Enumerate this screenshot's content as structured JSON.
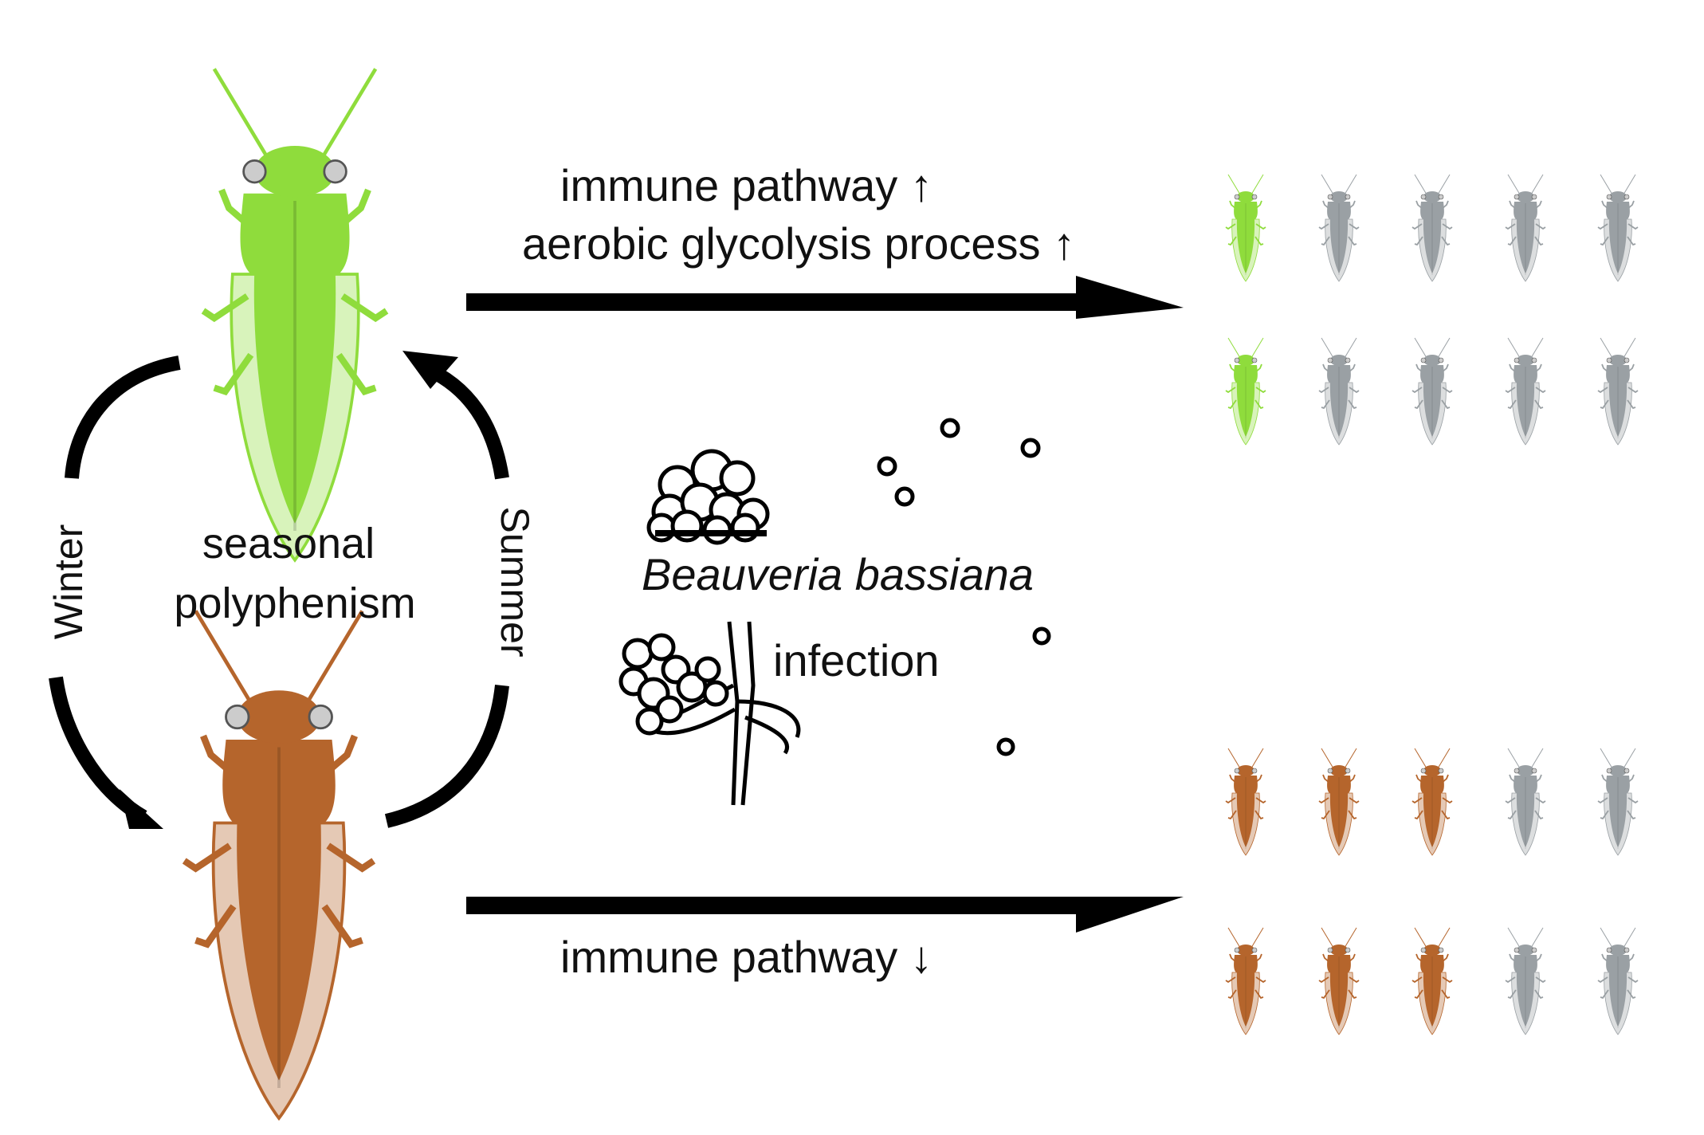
{
  "labels": {
    "top_pathway": "immune pathway ↑",
    "top_glycolysis": "aerobic glycolysis process ↑",
    "bottom_pathway": "immune pathway ↓",
    "center_line1": "seasonal",
    "center_line2": "polyphenism",
    "left_season": "Winter",
    "right_season": "Summer",
    "fungus_name": "Beauveria bassiana",
    "fungus_action": "infection"
  },
  "morphs": {
    "summer": {
      "body_color": "#8fdc3c",
      "edge_color": "#d9b27a"
    },
    "winter": {
      "body_color": "#b5652c",
      "edge_color": "#d9a15a"
    },
    "dead_color": "#9aa0a4"
  },
  "survival": {
    "summer_group": {
      "alive": 2,
      "total": 10
    },
    "winter_group": {
      "alive": 6,
      "total": 10
    }
  },
  "icons": [
    "summer-morph-insect-icon",
    "winter-morph-insect-icon",
    "fungus-conidia-cluster-icon",
    "fungus-hyphae-icon",
    "spore-icon"
  ]
}
